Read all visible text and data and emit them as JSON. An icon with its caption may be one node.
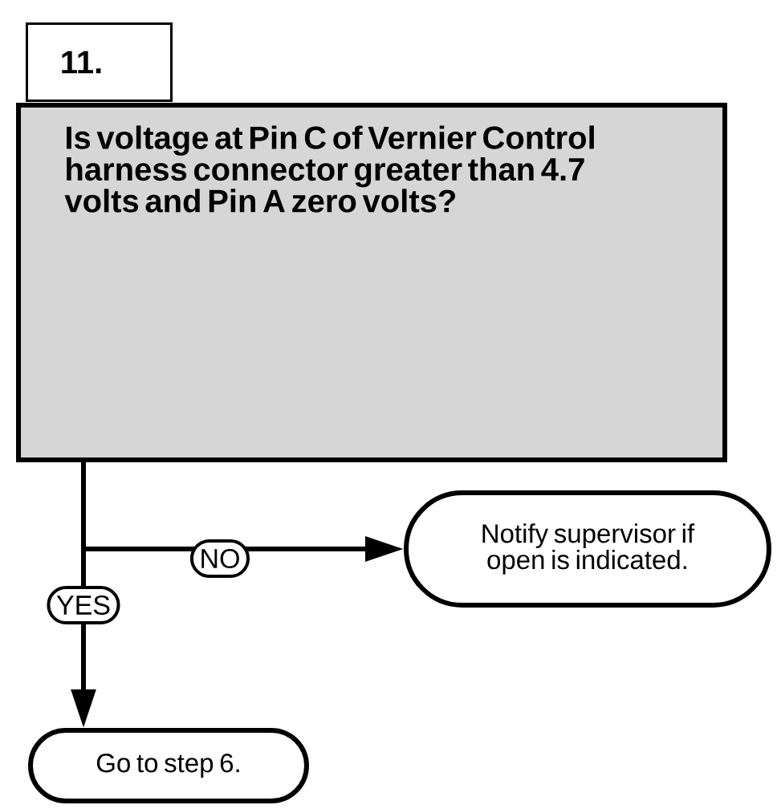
{
  "diagram": {
    "nodes": [
      {
        "text": [
          "11."
        ]
      },
      {
        "text": [
          "Is voltage at Pin C of Vernier Control harness connector greater than 4.7 volts and Pin A zero volts?"
        ]
      },
      {
        "text": [
          "Notify supervisor if open is indicated."
        ]
      },
      {
        "text": [
          "Go to step 6."
        ]
      }
    ],
    "edges": [
      {
        "from": 1,
        "to": 2,
        "arrow": "to",
        "label": "NO"
      },
      {
        "from": 1,
        "to": 3,
        "arrow": "to",
        "label": "YES"
      }
    ]
  }
}
